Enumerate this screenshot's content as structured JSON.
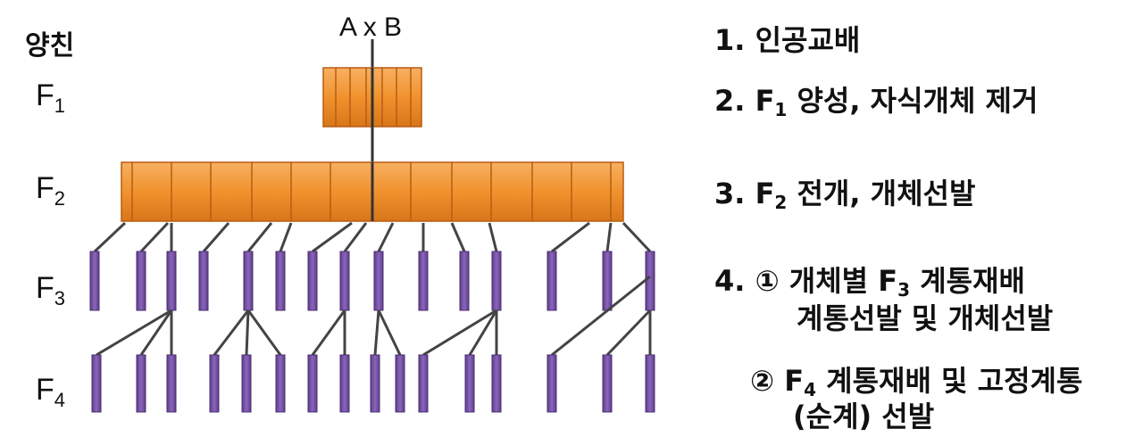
{
  "generations": {
    "parents": "양친",
    "f1": "F",
    "f2": "F",
    "f3": "F",
    "f4": "F",
    "f1_sub": "1",
    "f2_sub": "2",
    "f3_sub": "3",
    "f4_sub": "4"
  },
  "cross": "A x B",
  "steps": {
    "s1": "1.  인공교배",
    "s2_pre": "2. F",
    "s2_sub": "1",
    "s2_post": " 양성, 자식개체 제거",
    "s3_pre": "3. F",
    "s3_sub": "2",
    "s3_post": " 전개, 개체선발",
    "s4a_pre": "4. ① 개체별 F",
    "s4a_sub": "3",
    "s4a_post": " 계통재배",
    "s4b": "계통선발 및 개체선발",
    "s4c_pre": "② F",
    "s4c_sub": "4",
    "s4c_post": " 계통재배 및 고정계통",
    "s4d": "(순계) 선발"
  },
  "colors": {
    "f1_f2_block": "#f0922e",
    "block_edge": "#b85c12",
    "line_bar": "#7b56a8",
    "connector": "#444444"
  }
}
